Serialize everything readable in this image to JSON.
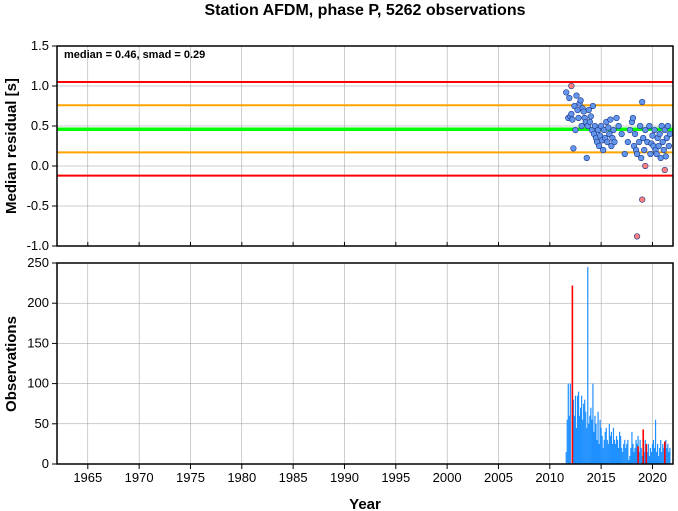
{
  "chart_data": [
    {
      "type": "scatter",
      "title": "Station AFDM, phase P, 5262 observations",
      "ylabel": "Median residual [s]",
      "annotation": "median = 0.46, smad = 0.29",
      "xlim": [
        1962,
        2022
      ],
      "ylim": [
        -1.0,
        1.5
      ],
      "yticks": [
        "1.5",
        "1.0",
        "0.5",
        "0.0",
        "-0.5",
        "-1.0"
      ],
      "grid": true,
      "reference_lines": [
        {
          "y": 1.05,
          "color": "#ff0000"
        },
        {
          "y": 0.76,
          "color": "#ffa500"
        },
        {
          "y": 0.46,
          "color": "#00ff00"
        },
        {
          "y": 0.17,
          "color": "#ffa500"
        },
        {
          "y": -0.12,
          "color": "#ff0000"
        }
      ],
      "series": [
        {
          "color": "#6495ed",
          "x": [
            2011.6,
            2011.8,
            2011.9,
            2012.0,
            2012.1,
            2012.2,
            2012.3,
            2012.4,
            2012.5,
            2012.6,
            2012.7,
            2012.8,
            2012.9,
            2013.0,
            2013.1,
            2013.2,
            2013.3,
            2013.4,
            2013.5,
            2013.6,
            2013.7,
            2013.8,
            2013.9,
            2014.0,
            2014.1,
            2014.2,
            2014.3,
            2014.4,
            2014.5,
            2014.6,
            2014.7,
            2014.8,
            2014.9,
            2015.0,
            2015.1,
            2015.2,
            2015.3,
            2015.4,
            2015.5,
            2015.6,
            2015.7,
            2015.8,
            2015.9,
            2016.0,
            2016.1,
            2016.2,
            2016.3,
            2016.5,
            2016.7,
            2017.0,
            2017.3,
            2017.6,
            2017.8,
            2018.0,
            2018.1,
            2018.2,
            2018.3,
            2018.4,
            2018.5,
            2018.7,
            2018.8,
            2018.9,
            2019.0,
            2019.1,
            2019.2,
            2019.3,
            2019.5,
            2019.7,
            2019.8,
            2019.9,
            2020.0,
            2020.1,
            2020.2,
            2020.3,
            2020.4,
            2020.5,
            2020.6,
            2020.7,
            2020.8,
            2020.9,
            2021.0,
            2021.1,
            2021.2,
            2021.3,
            2021.4,
            2021.5,
            2021.6,
            2021.7
          ],
          "y": [
            0.92,
            0.6,
            0.85,
            0.62,
            0.65,
            0.58,
            0.22,
            0.75,
            0.45,
            0.88,
            0.7,
            0.6,
            0.78,
            0.82,
            0.5,
            0.72,
            0.68,
            0.6,
            0.55,
            0.1,
            0.5,
            0.7,
            0.55,
            0.62,
            0.45,
            0.75,
            0.4,
            0.5,
            0.35,
            0.3,
            0.45,
            0.25,
            0.38,
            0.5,
            0.32,
            0.2,
            0.45,
            0.35,
            0.55,
            0.3,
            0.48,
            0.4,
            0.58,
            0.25,
            0.35,
            0.45,
            0.3,
            0.6,
            0.5,
            0.4,
            0.15,
            0.3,
            0.45,
            0.55,
            0.6,
            0.25,
            0.4,
            0.2,
            0.15,
            0.3,
            0.5,
            0.1,
            0.8,
            0.35,
            0.2,
            0.45,
            0.3,
            0.5,
            0.15,
            0.28,
            0.38,
            0.25,
            0.45,
            0.2,
            0.15,
            0.35,
            0.25,
            0.4,
            0.1,
            0.5,
            0.3,
            0.2,
            0.45,
            0.12,
            0.35,
            0.5,
            0.25,
            0.4
          ]
        },
        {
          "color": "#ff7f7f",
          "x": [
            2012.1,
            2018.5,
            2019.0,
            2019.3,
            2021.2
          ],
          "y": [
            1.0,
            -0.88,
            -0.42,
            0.0,
            -0.05
          ]
        }
      ]
    },
    {
      "type": "bar",
      "xlabel": "Year",
      "ylabel": "Observations",
      "xlim": [
        1962,
        2022
      ],
      "ylim": [
        0,
        250
      ],
      "xticks": [
        "1965",
        "1970",
        "1975",
        "1980",
        "1985",
        "1990",
        "1995",
        "2000",
        "2005",
        "2010",
        "2015",
        "2020"
      ],
      "yticks": [
        "250",
        "200",
        "150",
        "100",
        "50",
        "0"
      ],
      "grid": true,
      "series": [
        {
          "color": "#1e90ff",
          "x": [
            2011.6,
            2011.7,
            2011.8,
            2011.9,
            2012.0,
            2012.2,
            2012.3,
            2012.4,
            2012.5,
            2012.6,
            2012.7,
            2012.8,
            2012.9,
            2013.0,
            2013.1,
            2013.2,
            2013.3,
            2013.4,
            2013.5,
            2013.6,
            2013.7,
            2013.8,
            2013.9,
            2014.0,
            2014.1,
            2014.2,
            2014.3,
            2014.4,
            2014.5,
            2014.6,
            2014.7,
            2014.8,
            2014.9,
            2015.0,
            2015.1,
            2015.2,
            2015.3,
            2015.4,
            2015.5,
            2015.6,
            2015.7,
            2015.8,
            2015.9,
            2016.0,
            2016.1,
            2016.2,
            2016.3,
            2016.4,
            2016.5,
            2016.6,
            2016.7,
            2016.8,
            2016.9,
            2017.0,
            2017.1,
            2017.2,
            2017.3,
            2017.4,
            2017.5,
            2017.6,
            2017.7,
            2017.8,
            2017.9,
            2018.0,
            2018.1,
            2018.2,
            2018.3,
            2018.4,
            2018.5,
            2018.6,
            2018.7,
            2018.8,
            2018.9,
            2019.0,
            2019.1,
            2019.2,
            2019.3,
            2019.4,
            2019.5,
            2019.6,
            2019.7,
            2019.8,
            2019.9,
            2020.0,
            2020.1,
            2020.2,
            2020.3,
            2020.4,
            2020.5,
            2020.6,
            2020.7,
            2020.8,
            2020.9,
            2021.0,
            2021.1,
            2021.2,
            2021.3,
            2021.4,
            2021.5,
            2021.6,
            2021.7
          ],
          "y": [
            15,
            55,
            100,
            60,
            100,
            140,
            80,
            60,
            85,
            45,
            85,
            90,
            60,
            70,
            85,
            55,
            75,
            80,
            65,
            45,
            245,
            50,
            60,
            70,
            55,
            100,
            40,
            60,
            50,
            30,
            65,
            25,
            55,
            45,
            35,
            20,
            30,
            40,
            45,
            30,
            25,
            50,
            35,
            40,
            25,
            45,
            30,
            25,
            35,
            30,
            20,
            40,
            35,
            20,
            15,
            25,
            30,
            20,
            25,
            30,
            5,
            10,
            20,
            40,
            25,
            15,
            20,
            30,
            25,
            35,
            15,
            30,
            20,
            10,
            25,
            15,
            30,
            20,
            15,
            25,
            10,
            20,
            15,
            25,
            30,
            20,
            55,
            15,
            25,
            10,
            20,
            30,
            15,
            25,
            20,
            15,
            30,
            20,
            25,
            15,
            20
          ]
        },
        {
          "color": "#ff0000",
          "x": [
            2012.2,
            2018.6,
            2019.1,
            2019.4,
            2021.2
          ],
          "y": [
            222,
            22,
            43,
            25,
            28
          ]
        }
      ]
    }
  ]
}
